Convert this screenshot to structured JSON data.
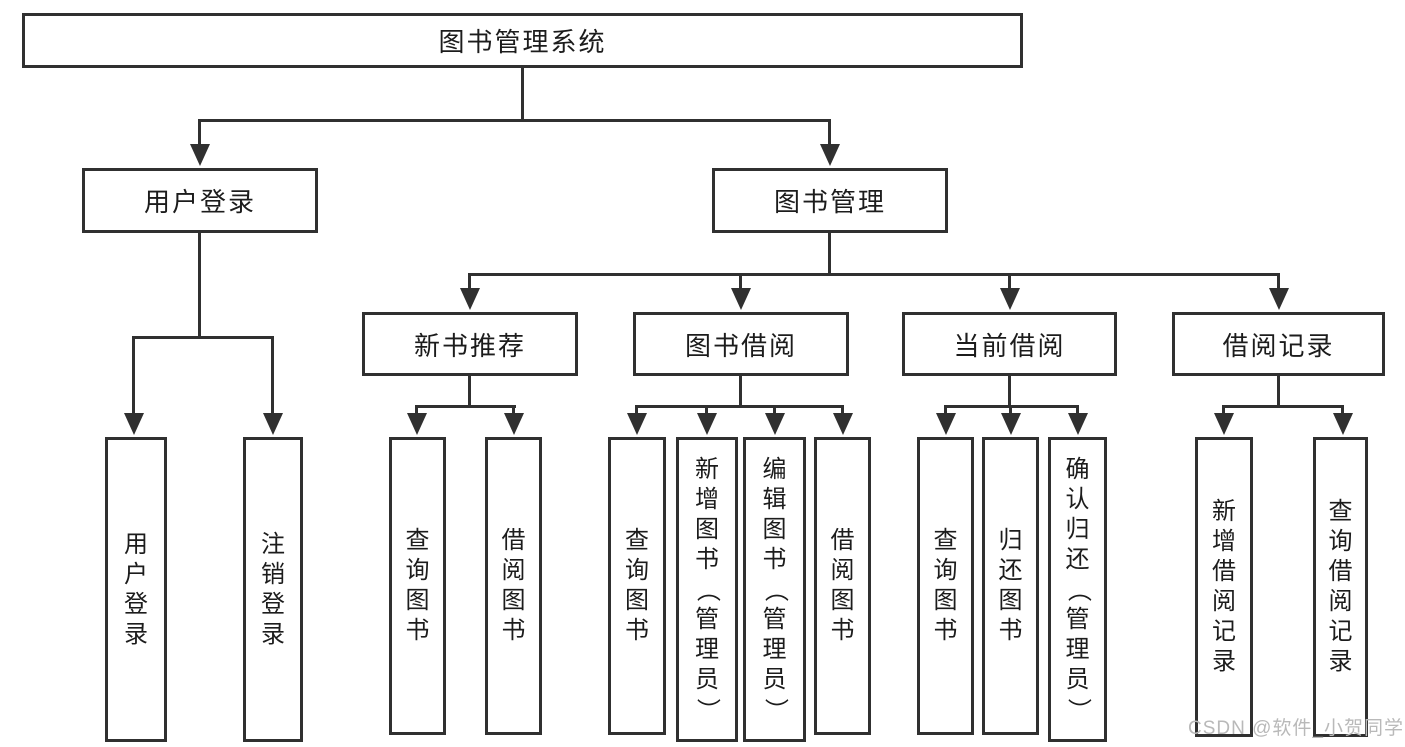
{
  "diagram": {
    "root": "图书管理系统",
    "level2": {
      "user_login": "用户登录",
      "book_mgmt": "图书管理"
    },
    "level3": {
      "new_books": "新书推荐",
      "borrowing": "图书借阅",
      "current": "当前借阅",
      "records": "借阅记录"
    },
    "leaves": {
      "login": "用户登录",
      "logout": "注销登录",
      "nb_query": "查询图书",
      "nb_borrow": "借阅图书",
      "bb_query": "查询图书",
      "bb_add": "新增图书（管理员）",
      "bb_edit": "编辑图书（管理员）",
      "bb_borrow": "借阅图书",
      "cb_query": "查询图书",
      "cb_return": "归还图书",
      "cb_confirm": "确认归还（管理员）",
      "rec_add": "新增借阅记录",
      "rec_query": "查询借阅记录"
    },
    "watermark": "CSDN @软件_小贺同学",
    "colors": {
      "line": "#303030",
      "text": "#1c1c1c",
      "watermark": "#b9b9b9",
      "background": "#ffffff"
    }
  }
}
